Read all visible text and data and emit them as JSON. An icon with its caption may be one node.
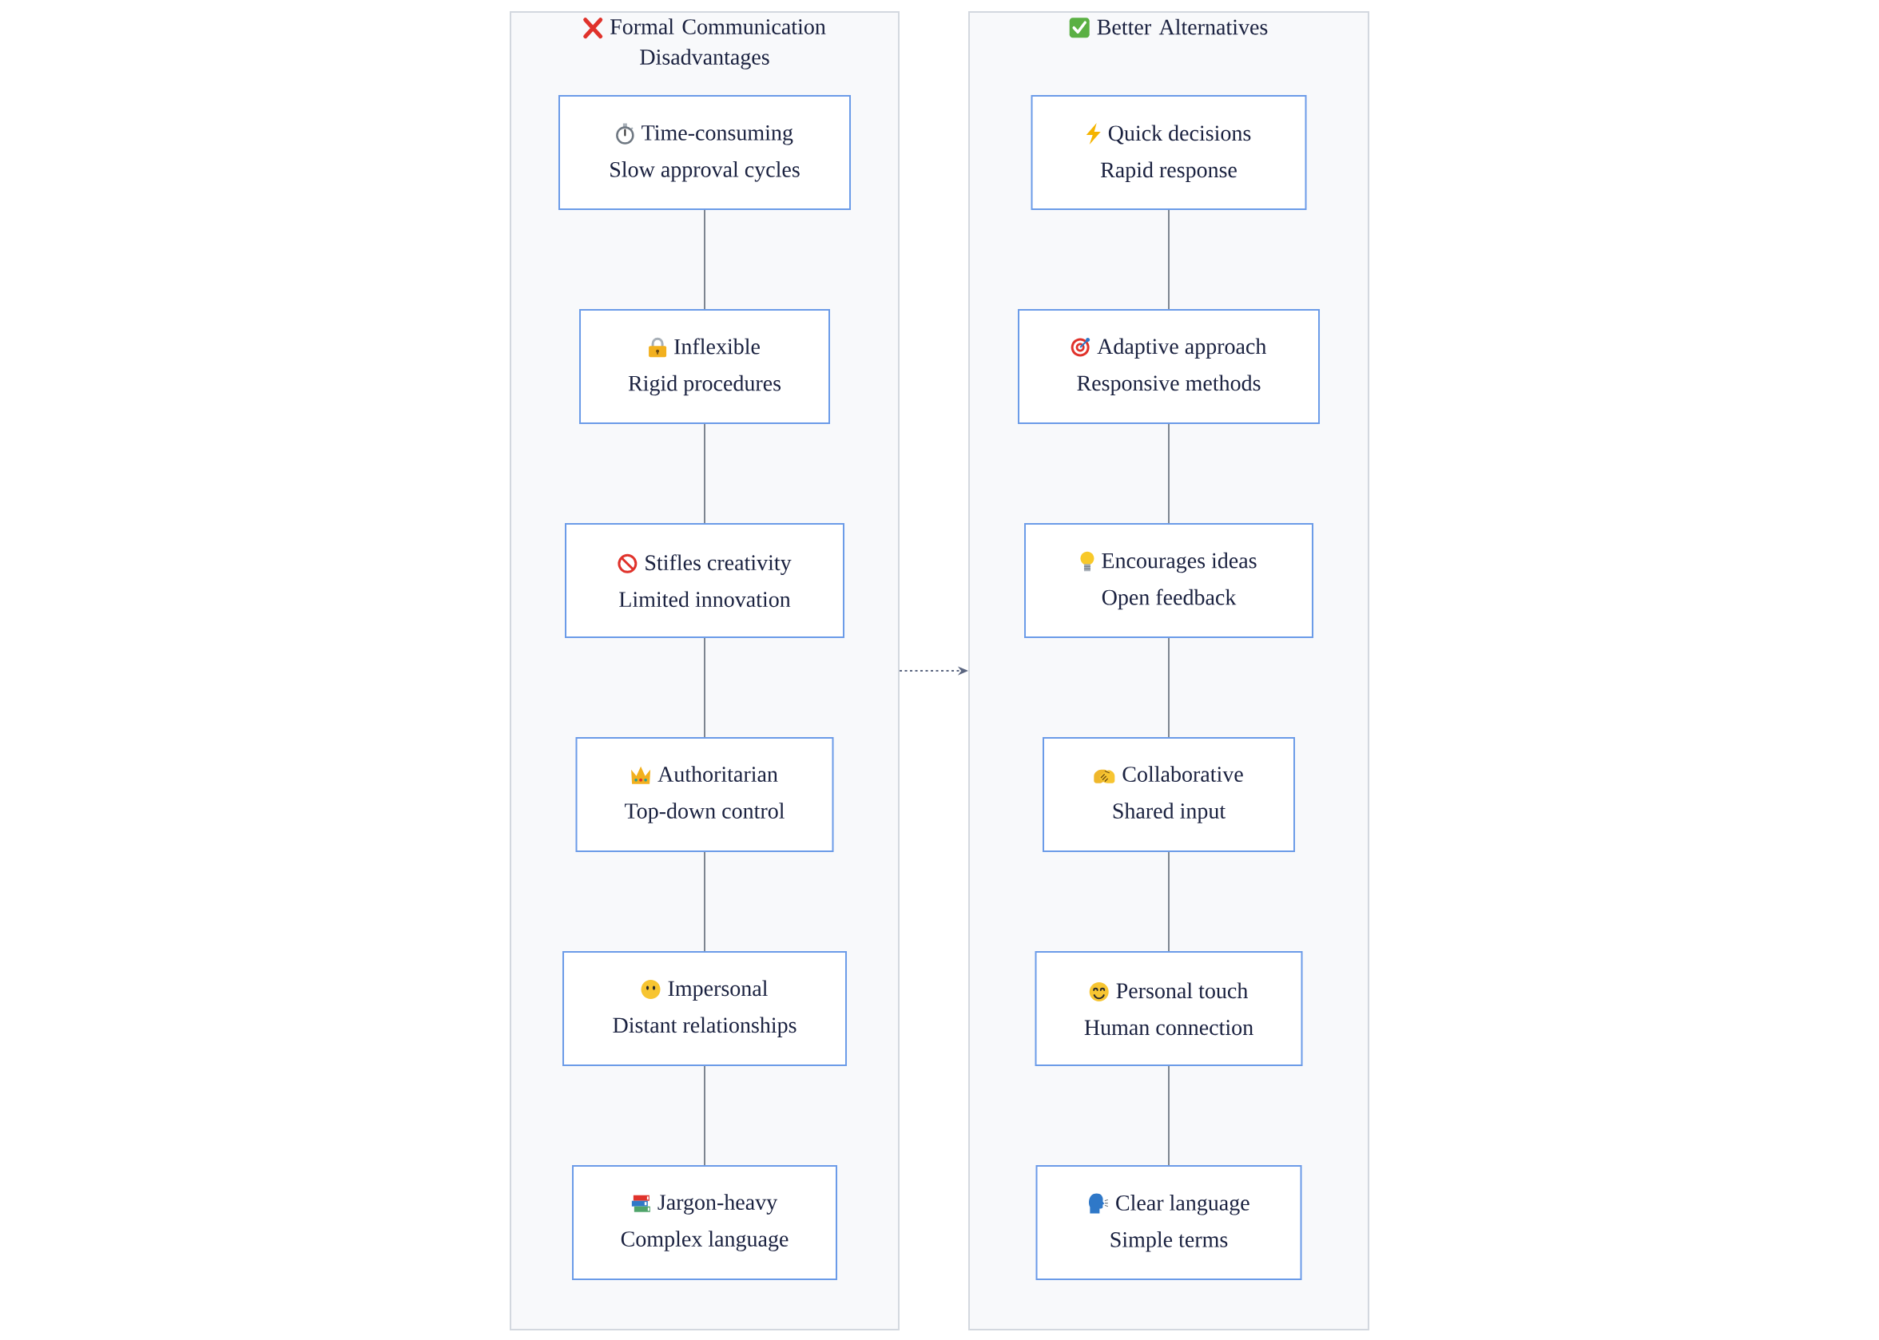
{
  "diagram": {
    "nodes": [
      {
        "text": [
          "Formal Communication Disadvantages"
        ]
      },
      {
        "text": [
          "Time-consuming",
          "Slow approval cycles"
        ],
        "in": 0
      },
      {
        "text": [
          "Inflexible",
          "Rigid procedures"
        ],
        "in": 0
      },
      {
        "text": [
          "Stifles creativity",
          "Limited innovation"
        ],
        "in": 0
      },
      {
        "text": [
          "Authoritarian",
          "Top-down control"
        ],
        "in": 0
      },
      {
        "text": [
          "Impersonal",
          "Distant relationships"
        ],
        "in": 0
      },
      {
        "text": [
          "Jargon-heavy",
          "Complex language"
        ],
        "in": 0
      },
      {
        "text": [
          "Better Alternatives"
        ]
      },
      {
        "text": [
          "Quick decisions",
          "Rapid response"
        ],
        "in": 7
      },
      {
        "text": [
          "Adaptive approach",
          "Responsive methods"
        ],
        "in": 7
      },
      {
        "text": [
          "Encourages ideas",
          "Open feedback"
        ],
        "in": 7
      },
      {
        "text": [
          "Collaborative",
          "Shared input"
        ],
        "in": 7
      },
      {
        "text": [
          "Personal touch",
          "Human connection"
        ],
        "in": 7
      },
      {
        "text": [
          "Clear language",
          "Simple terms"
        ],
        "in": 7
      }
    ],
    "edges": [
      {
        "from": 1,
        "to": 2,
        "arrow": "none"
      },
      {
        "from": 2,
        "to": 3,
        "arrow": "none"
      },
      {
        "from": 3,
        "to": 4,
        "arrow": "none"
      },
      {
        "from": 4,
        "to": 5,
        "arrow": "none"
      },
      {
        "from": 5,
        "to": 6,
        "arrow": "none"
      },
      {
        "from": 0,
        "to": 7,
        "arrow": "to",
        "style": "dashed",
        "color": "#5b6680"
      },
      {
        "from": 8,
        "to": 9,
        "arrow": "none"
      },
      {
        "from": 9,
        "to": 10,
        "arrow": "none"
      },
      {
        "from": 10,
        "to": 11,
        "arrow": "none"
      },
      {
        "from": 11,
        "to": 12,
        "arrow": "none"
      },
      {
        "from": 12,
        "to": 13,
        "arrow": "none"
      }
    ]
  }
}
